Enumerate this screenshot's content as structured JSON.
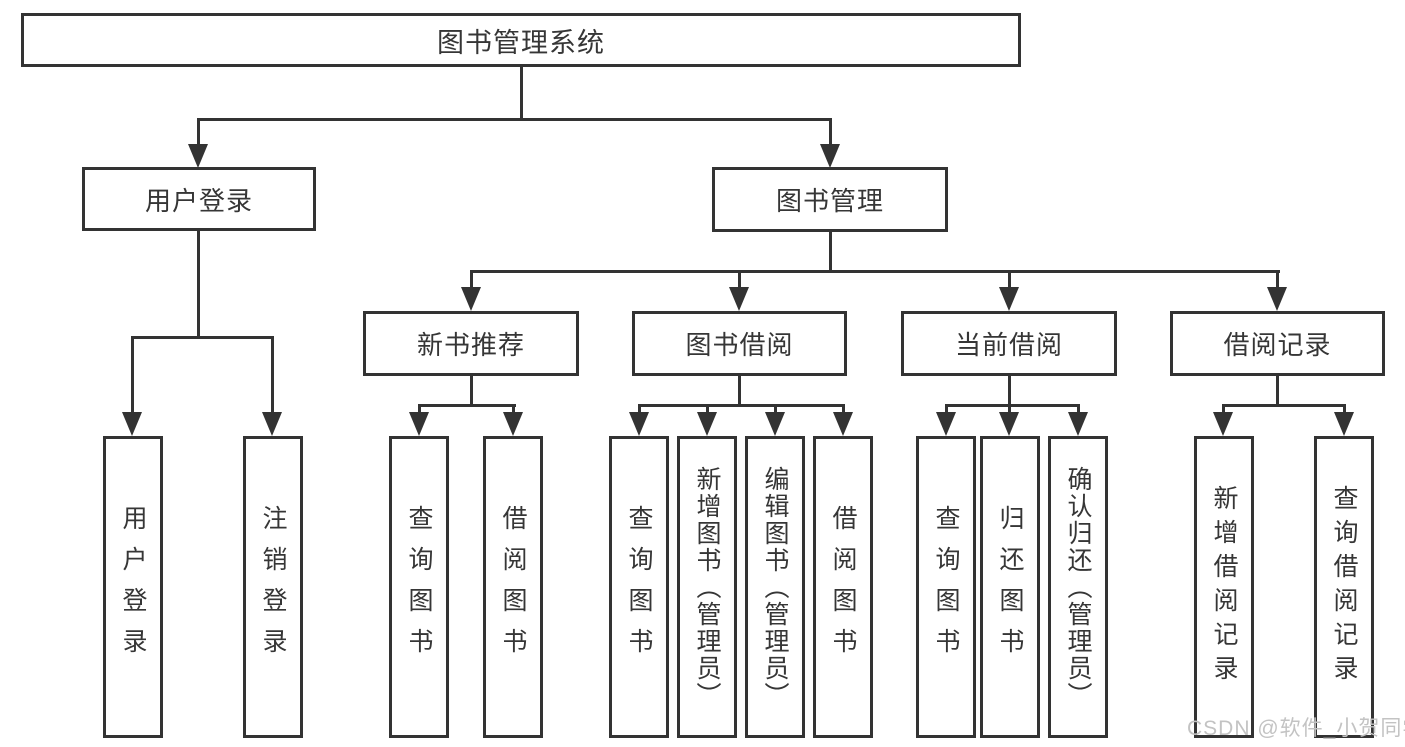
{
  "title": "图书管理系统",
  "watermark": "CSDN @软件_小贺同学",
  "colors": {
    "line": "#333333",
    "text": "#363636",
    "watermark": "#c3c3c3",
    "background": "#ffffff"
  },
  "branches": [
    {
      "label": "用户登录"
    },
    {
      "label": "图书管理"
    }
  ],
  "modules": [
    {
      "label": "新书推荐",
      "parent": "图书管理"
    },
    {
      "label": "图书借阅",
      "parent": "图书管理"
    },
    {
      "label": "当前借阅",
      "parent": "图书管理"
    },
    {
      "label": "借阅记录",
      "parent": "图书管理"
    }
  ],
  "leaves": [
    {
      "label": "用户登录",
      "parent": "用户登录"
    },
    {
      "label": "注销登录",
      "parent": "用户登录"
    },
    {
      "label": "查询图书",
      "parent": "新书推荐"
    },
    {
      "label": "借阅图书",
      "parent": "新书推荐"
    },
    {
      "label": "查询图书",
      "parent": "图书借阅"
    },
    {
      "label": "新增图书（管理员）",
      "parent": "图书借阅"
    },
    {
      "label": "编辑图书（管理员）",
      "parent": "图书借阅"
    },
    {
      "label": "借阅图书",
      "parent": "图书借阅"
    },
    {
      "label": "查询图书",
      "parent": "当前借阅"
    },
    {
      "label": "归还图书",
      "parent": "当前借阅"
    },
    {
      "label": "确认归还（管理员）",
      "parent": "当前借阅"
    },
    {
      "label": "新增借阅记录",
      "parent": "借阅记录"
    },
    {
      "label": "查询借阅记录",
      "parent": "借阅记录"
    }
  ]
}
